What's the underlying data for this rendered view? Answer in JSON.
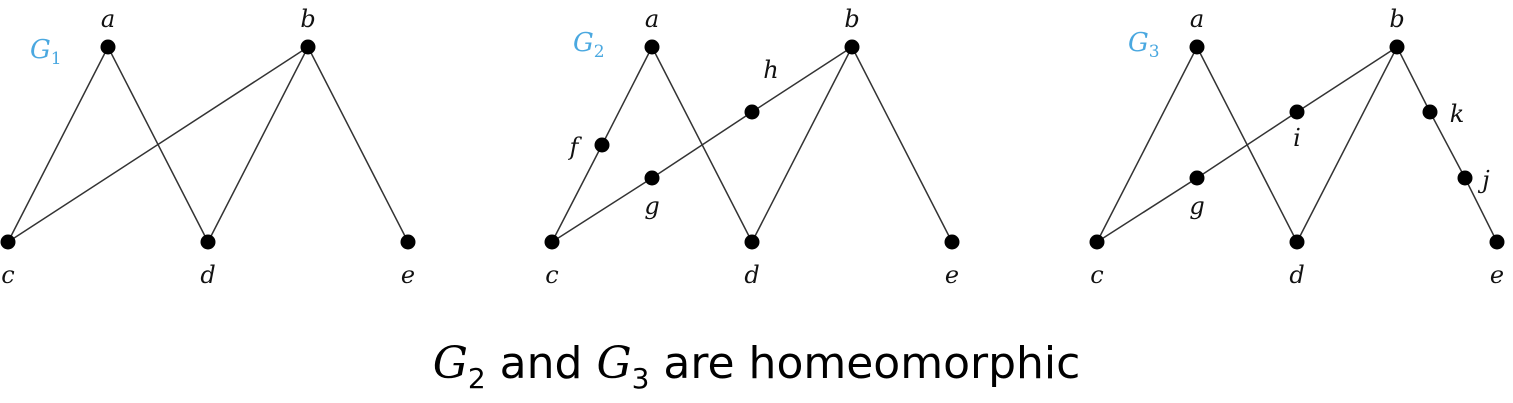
{
  "graphs": [
    {
      "name": "G",
      "subscript": "1",
      "vertices": [
        "a",
        "b",
        "c",
        "d",
        "e"
      ],
      "edges": [
        [
          "a",
          "c"
        ],
        [
          "a",
          "d"
        ],
        [
          "b",
          "c"
        ],
        [
          "b",
          "d"
        ],
        [
          "b",
          "e"
        ]
      ]
    },
    {
      "name": "G",
      "subscript": "2",
      "vertices": [
        "a",
        "b",
        "c",
        "d",
        "e",
        "f",
        "g",
        "h"
      ],
      "edges": [
        [
          "a",
          "f"
        ],
        [
          "f",
          "c"
        ],
        [
          "a",
          "d"
        ],
        [
          "c",
          "g"
        ],
        [
          "g",
          "h"
        ],
        [
          "h",
          "b"
        ],
        [
          "b",
          "d"
        ],
        [
          "b",
          "e"
        ]
      ]
    },
    {
      "name": "G",
      "subscript": "3",
      "vertices": [
        "a",
        "b",
        "c",
        "d",
        "e",
        "g",
        "i",
        "j",
        "k"
      ],
      "edges": [
        [
          "a",
          "c"
        ],
        [
          "a",
          "d"
        ],
        [
          "c",
          "g"
        ],
        [
          "g",
          "i"
        ],
        [
          "i",
          "b"
        ],
        [
          "b",
          "d"
        ],
        [
          "b",
          "k"
        ],
        [
          "k",
          "j"
        ],
        [
          "j",
          "e"
        ]
      ]
    }
  ],
  "caption": {
    "g2": "G",
    "g2_sub": "2",
    "and": " and ",
    "g3": "G",
    "g3_sub": "3",
    "rest": " are homeomorphic"
  },
  "colors": {
    "graph_name": "#4aa8e0",
    "vertex": "#000000",
    "edge": "#333333"
  }
}
